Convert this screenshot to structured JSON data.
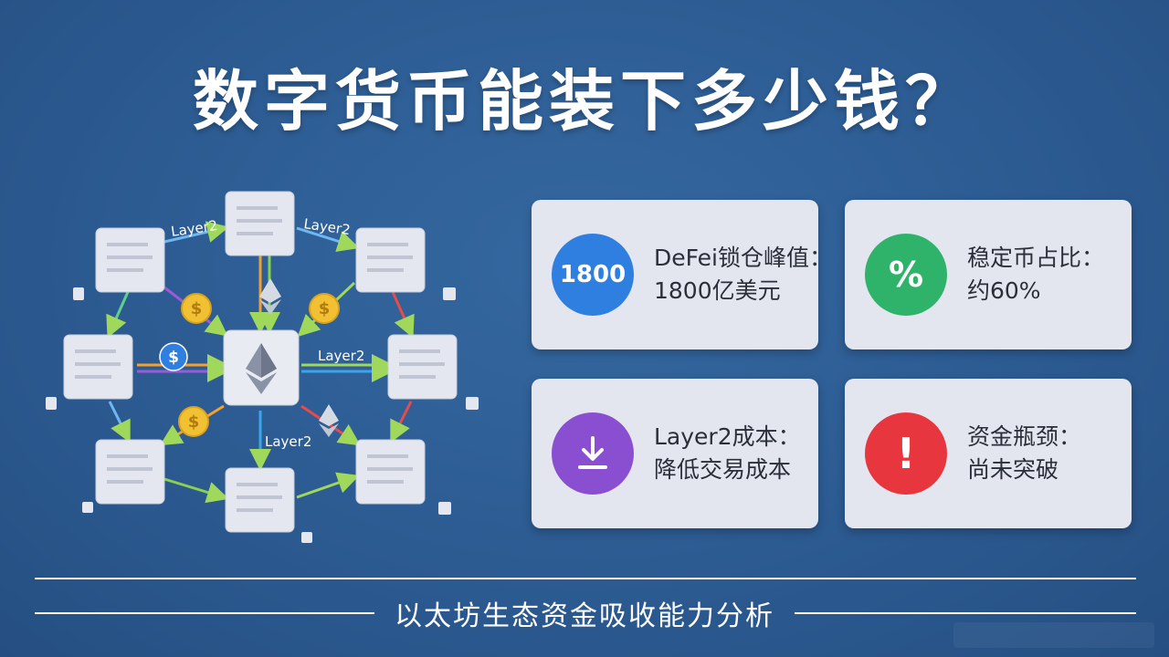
{
  "title": "数字货币能装下多少钱？",
  "network": {
    "edge_labels": [
      "Layer2",
      "Layer2",
      "Layer2",
      "Layer2"
    ],
    "coin_symbol": "$"
  },
  "cards": [
    {
      "badge": "1800",
      "badge_color": "#2f7fe0",
      "line1": "DeFei锁仓峰值：",
      "line2": "1800亿美元"
    },
    {
      "badge": "%",
      "badge_color": "#2fb36b",
      "line1": "稳定币占比：",
      "line2": "约60%"
    },
    {
      "badge_icon": "download-icon",
      "badge_color": "#8a4fd0",
      "line1": "Layer2成本：",
      "line2": "降低交易成本"
    },
    {
      "badge": "!",
      "badge_color": "#e8363f",
      "line1": "资金瓶颈：",
      "line2": "尚未突破"
    }
  ],
  "footer": "以太坊生态资金吸收能力分析",
  "colors": {
    "background": "#2c5b92",
    "card": "#e3e6ee",
    "node": "#e4e7ef",
    "coin": "#f2c033"
  }
}
